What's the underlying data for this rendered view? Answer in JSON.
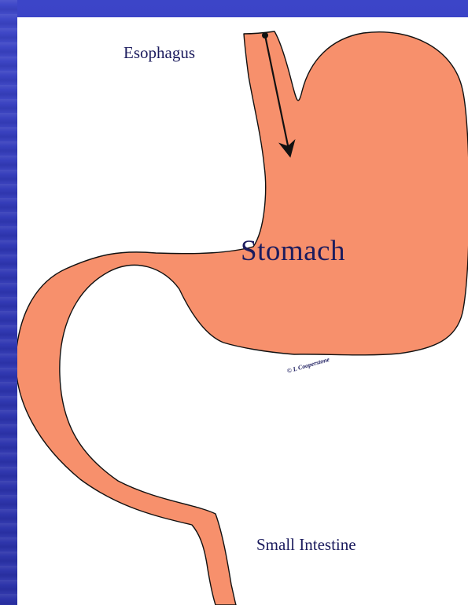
{
  "labels": {
    "esophagus": "Esophagus",
    "stomach": "Stomach",
    "small_intestine": "Small Intestine",
    "copyright": "© L Cooperstone"
  },
  "colors": {
    "background": "#2f37b5",
    "panel": "#ffffff",
    "organ_fill": "#f7906c",
    "outline": "#111111",
    "text": "#1c1c5e"
  }
}
